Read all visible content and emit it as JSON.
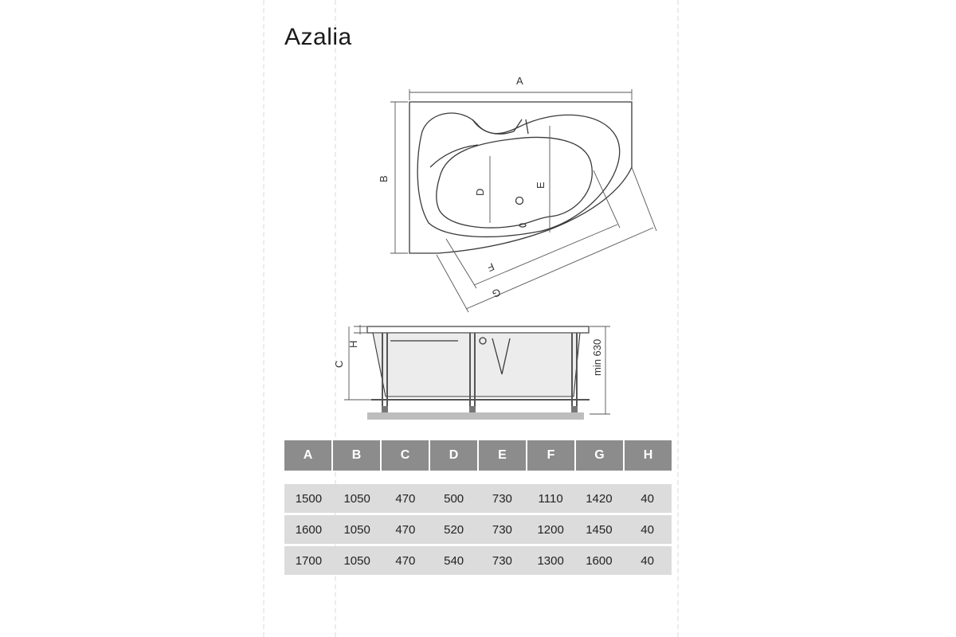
{
  "title": "Azalia",
  "labels": {
    "a": "A",
    "b": "B",
    "c": "C",
    "d": "D",
    "e": "E",
    "f": "F",
    "g": "G",
    "h": "H",
    "min_height": "min 630"
  },
  "table": {
    "headers": [
      "A",
      "B",
      "C",
      "D",
      "E",
      "F",
      "G",
      "H"
    ],
    "rows": [
      [
        "1500",
        "1050",
        "470",
        "500",
        "730",
        "1110",
        "1420",
        "40"
      ],
      [
        "1600",
        "1050",
        "470",
        "520",
        "730",
        "1200",
        "1450",
        "40"
      ],
      [
        "1700",
        "1050",
        "470",
        "540",
        "730",
        "1300",
        "1600",
        "40"
      ]
    ]
  }
}
